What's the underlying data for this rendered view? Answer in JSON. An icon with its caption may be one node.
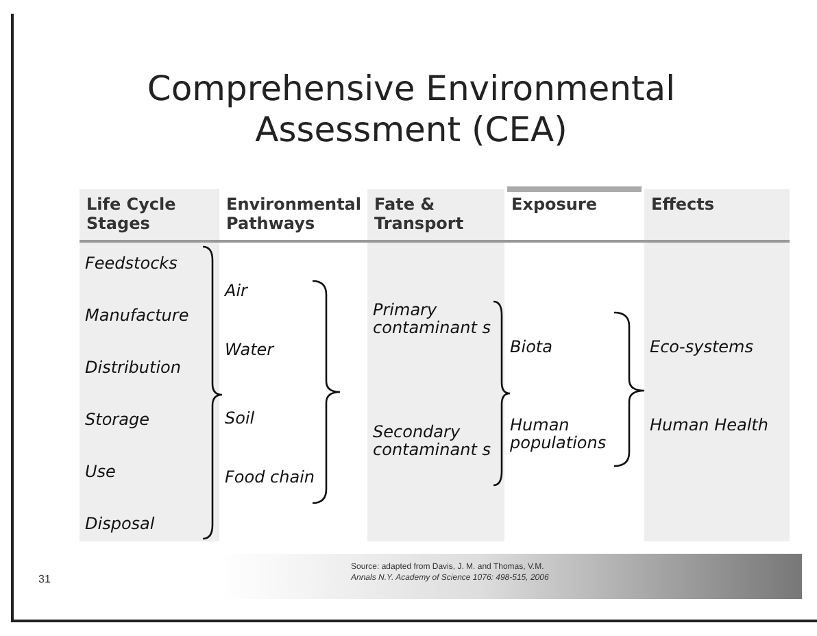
{
  "diagram": {
    "title": "Comprehensive Environmental Assessment (CEA)",
    "nodes": [
      {
        "text": [
          "Life Cycle Stages",
          "Feedstocks",
          "Manufacture",
          "Distribution",
          "Storage",
          "Use",
          "Disposal"
        ]
      },
      {
        "text": [
          "Environmental Pathways",
          "Air",
          "Water",
          "Soil",
          "Food chain"
        ]
      },
      {
        "text": [
          "Fate & Transport",
          "Primary contaminant s",
          "Secondary contaminant s"
        ]
      },
      {
        "text": [
          "Exposure",
          "Biota",
          "Human populations"
        ]
      },
      {
        "text": [
          "Effects",
          "Eco-systems",
          "Human Health"
        ]
      }
    ],
    "labels": [
      "31",
      "Source: adapted from Davis, J. M. and Thomas, V.M.",
      "Annals N.Y. Academy of Science 1076: 498-515, 2006"
    ]
  }
}
